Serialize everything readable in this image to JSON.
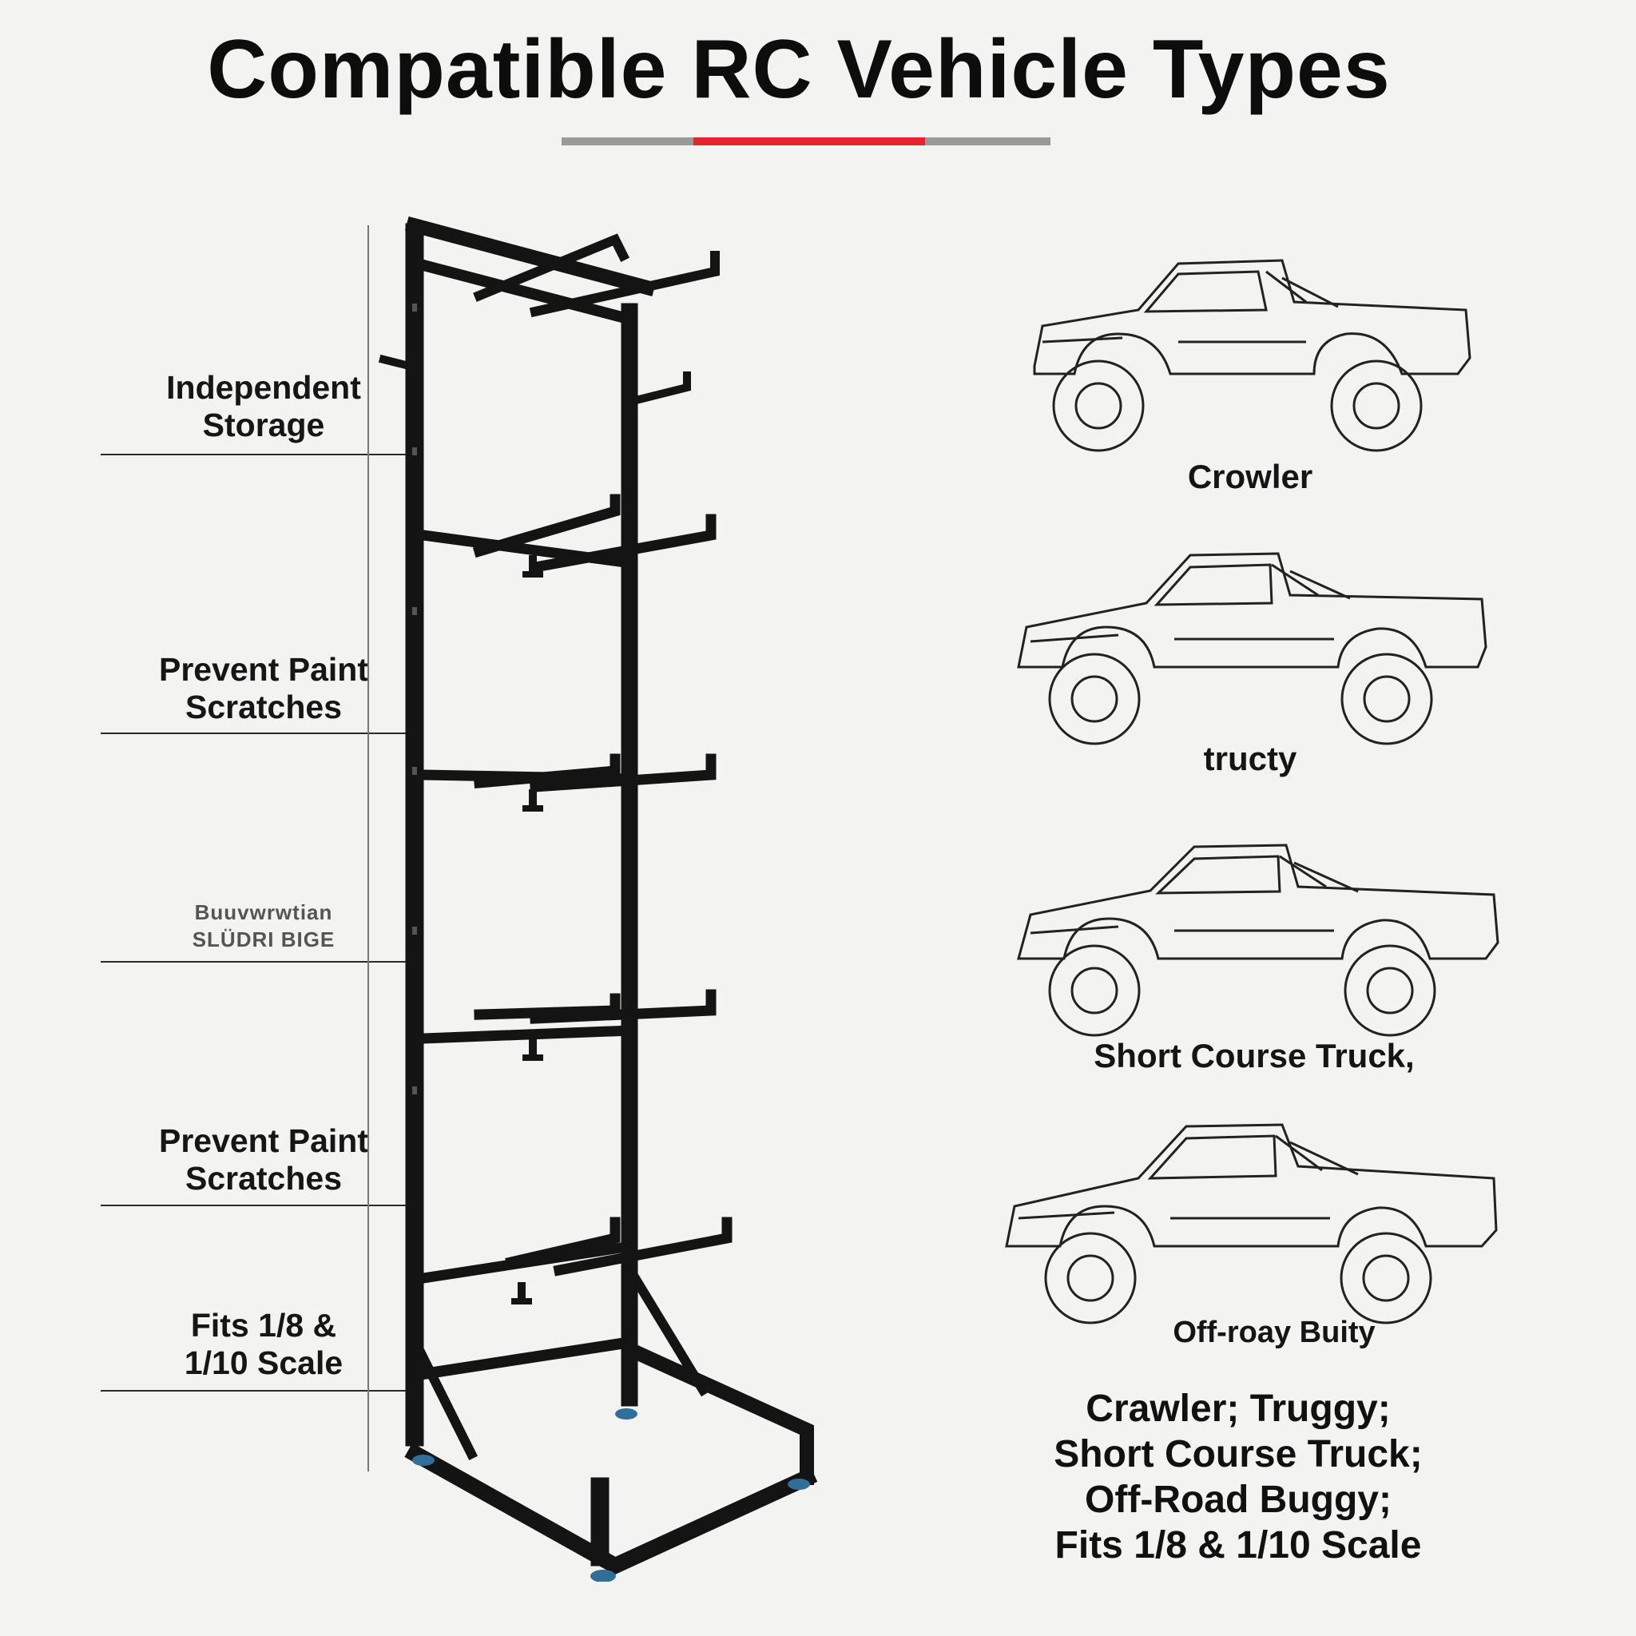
{
  "title": "Compatible RC Vehicle Types",
  "colors": {
    "accent": "#e2262b",
    "rule": "#9a9a9a",
    "rack": "#141414",
    "foot": "#2f6f9a"
  },
  "features": [
    {
      "lines": [
        "Independent",
        "Storage"
      ]
    },
    {
      "lines": [
        "Prevent Paint",
        "Scratches"
      ]
    },
    {
      "lines": [
        "Buuvwrwtian",
        "SLÜDRI BIGE"
      ],
      "garbled": true
    },
    {
      "lines": [
        "Prevent Paint",
        "Scratches"
      ]
    },
    {
      "lines": [
        "Fits 1/8 &",
        "1/10 Scale"
      ]
    }
  ],
  "vehicles": [
    {
      "label": "Crowler",
      "icon": "pickup-truck-icon"
    },
    {
      "label": "tructy",
      "icon": "pickup-truck-icon"
    },
    {
      "label": "Short Course Truck,",
      "icon": "pickup-truck-icon"
    },
    {
      "label": "Off-roay Buity",
      "icon": "pickup-truck-icon"
    }
  ],
  "summary": [
    "Crawler; Truggy;",
    "Short Course Truck;",
    "Off-Road Buggy;",
    "Fits 1/8 & 1/10 Scale"
  ],
  "product": {
    "icon": "storage-rack-icon"
  }
}
